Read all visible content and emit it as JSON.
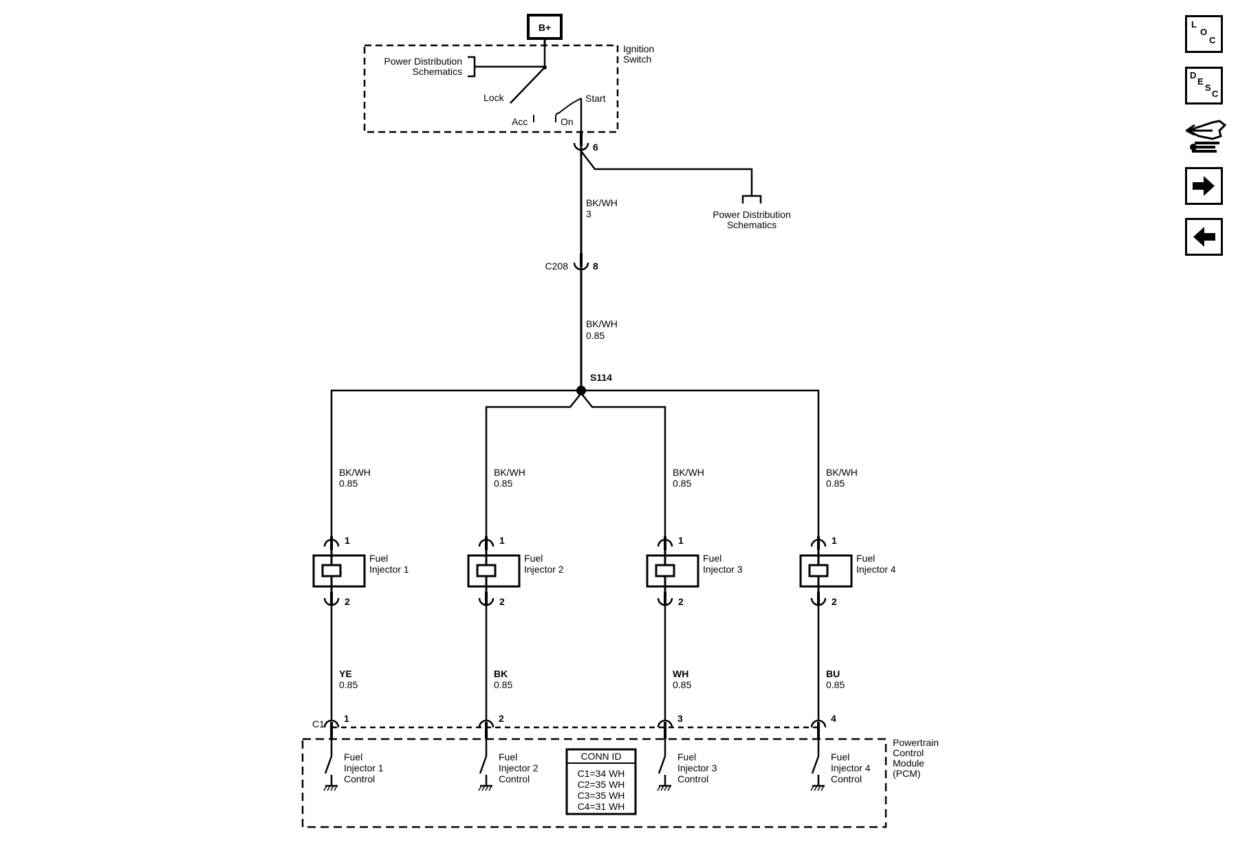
{
  "nav": {
    "loc_letters": [
      "L",
      "O",
      "C"
    ],
    "desc_letters": [
      "D",
      "E",
      "S",
      "C"
    ],
    "icons": [
      "loc-button",
      "desc-button",
      "connector-view-icon",
      "next-arrow-icon",
      "previous-arrow-icon"
    ]
  },
  "labels": {
    "b_plus": "B+",
    "ignition_switch_1": "Ignition",
    "ignition_switch_2": "Switch",
    "pds_1": "Power Distribution",
    "pds_2": "Schematics",
    "lock": "Lock",
    "acc": "Acc",
    "on": "On",
    "start": "Start",
    "pin_6": "6",
    "wire_main_color": "BK/WH",
    "wire_main_size": "3",
    "c208": "C208",
    "c208_pin": "8",
    "wire_mid_color": "BK/WH",
    "wire_mid_size": "0.85",
    "splice": "S114",
    "c1": "C1",
    "pcm_1": "Powertrain",
    "pcm_2": "Control",
    "pcm_3": "Module",
    "pcm_4": "(PCM)",
    "conn_id_title": "CONN ID",
    "conn_ids": [
      "C1=34 WH",
      "C2=35 WH",
      "C3=35 WH",
      "C4=31 WH"
    ]
  },
  "injectors": [
    {
      "upper_color": "BK/WH",
      "upper_size": "0.85",
      "pin_top": "1",
      "name_1": "Fuel",
      "name_2": "Injector 1",
      "pin_bottom": "2",
      "lower_color": "YE",
      "lower_size": "0.85",
      "pcm_pin": "1",
      "ctrl_1": "Fuel",
      "ctrl_2": "Injector 1",
      "ctrl_3": "Control"
    },
    {
      "upper_color": "BK/WH",
      "upper_size": "0.85",
      "pin_top": "1",
      "name_1": "Fuel",
      "name_2": "Injector 2",
      "pin_bottom": "2",
      "lower_color": "BK",
      "lower_size": "0.85",
      "pcm_pin": "2",
      "ctrl_1": "Fuel",
      "ctrl_2": "Injector 2",
      "ctrl_3": "Control"
    },
    {
      "upper_color": "BK/WH",
      "upper_size": "0.85",
      "pin_top": "1",
      "name_1": "Fuel",
      "name_2": "Injector 3",
      "pin_bottom": "2",
      "lower_color": "WH",
      "lower_size": "0.85",
      "pcm_pin": "3",
      "ctrl_1": "Fuel",
      "ctrl_2": "Injector 3",
      "ctrl_3": "Control"
    },
    {
      "upper_color": "BK/WH",
      "upper_size": "0.85",
      "pin_top": "1",
      "name_1": "Fuel",
      "name_2": "Injector 4",
      "pin_bottom": "2",
      "lower_color": "BU",
      "lower_size": "0.85",
      "pcm_pin": "4",
      "ctrl_1": "Fuel",
      "ctrl_2": "Injector 4",
      "ctrl_3": "Control"
    }
  ]
}
